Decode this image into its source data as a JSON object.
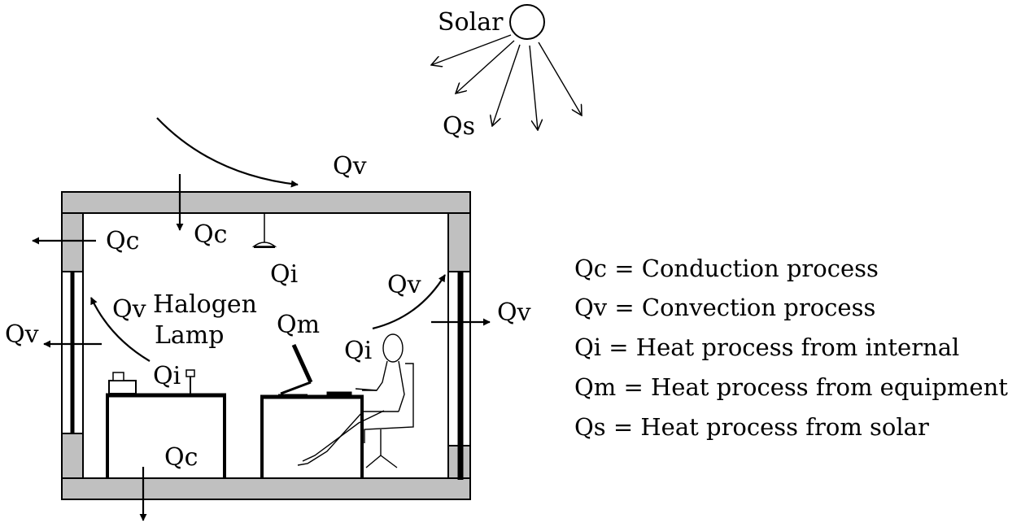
{
  "labels": {
    "solar": "Solar",
    "qs": "Qs",
    "qv_roof": "Qv",
    "qc_left": "Qc",
    "qc_ceiling": "Qc",
    "qi_lamp": "Qi",
    "qv_window": "Qv",
    "qv_inside": "Qv",
    "halogen_line1": "Halogen",
    "halogen_line2": "Lamp",
    "qi_desk": "Qi",
    "qm": "Qm",
    "qi_person": "Qi",
    "qv_person": "Qv",
    "qv_right": "Qv",
    "qc_floor": "Qc"
  },
  "legend": [
    "Qc = Conduction process",
    "Qv = Convection process",
    "Qi = Heat process from internal",
    "Qm = Heat process from equipment",
    "Qs = Heat process from solar"
  ]
}
